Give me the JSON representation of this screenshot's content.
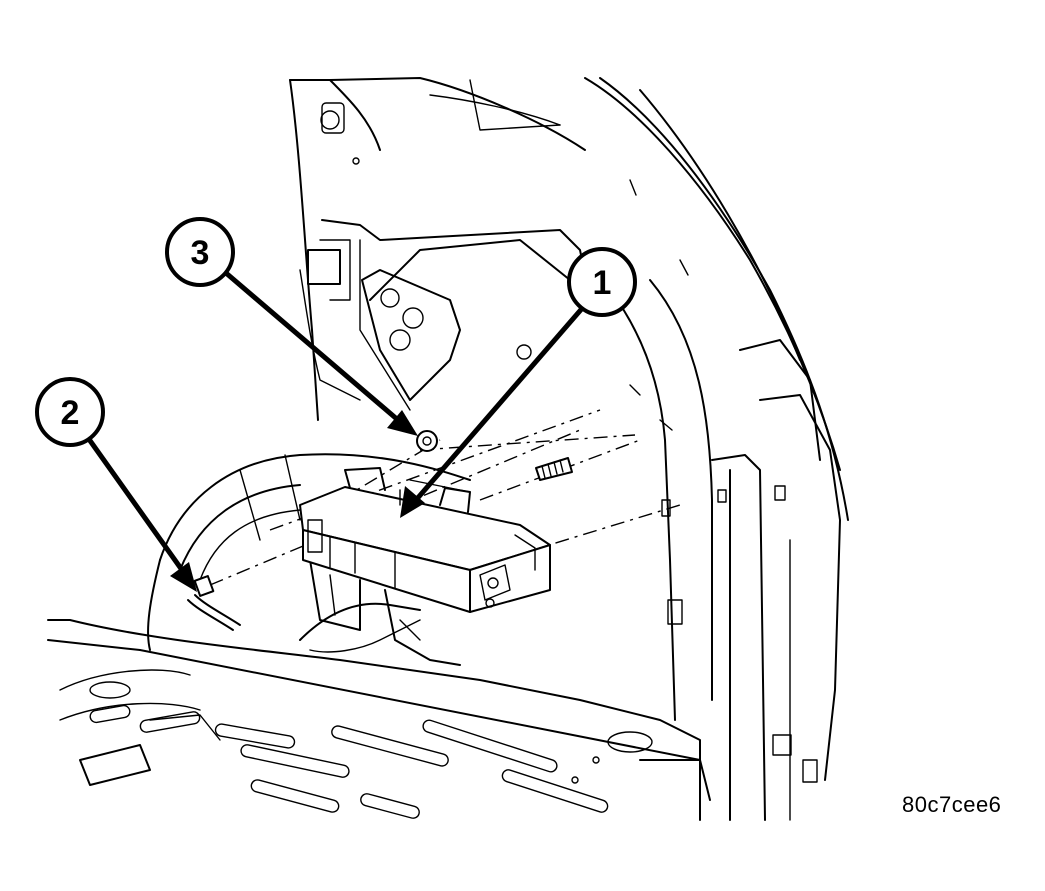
{
  "figure": {
    "id_code": "80c7cee6"
  },
  "callouts": [
    {
      "number": "1",
      "part": "module"
    },
    {
      "number": "2",
      "part": "wire-harness"
    },
    {
      "number": "3",
      "part": "nut"
    }
  ],
  "colors": {
    "line": "#000000",
    "background": "#ffffff"
  }
}
